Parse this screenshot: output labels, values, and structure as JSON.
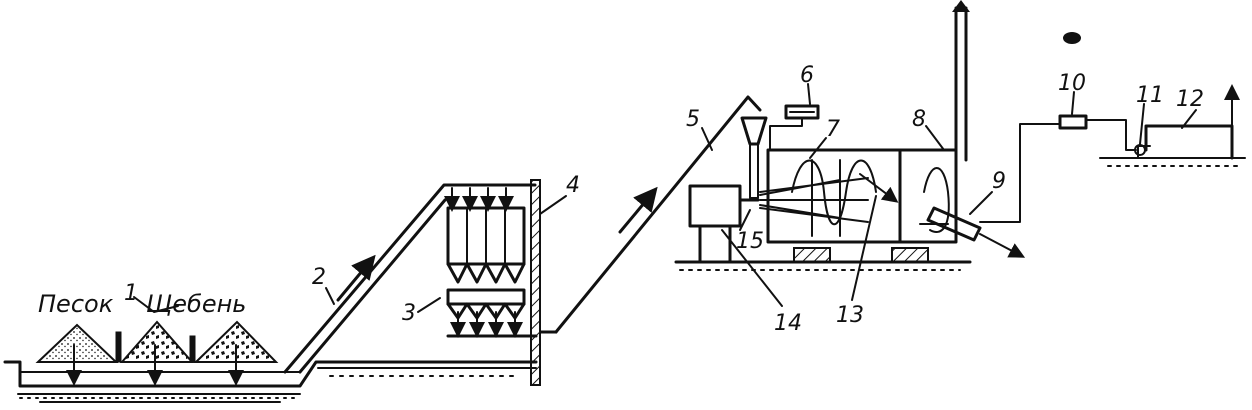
{
  "labels": {
    "sand": "Песок",
    "gravel": "Щебень",
    "n1": "1",
    "n2": "2",
    "n3": "3",
    "n4": "4",
    "n5": "5",
    "n6": "6",
    "n7": "7",
    "n8": "8",
    "n9": "9",
    "n10": "10",
    "n11": "11",
    "n12": "12",
    "n13": "13",
    "n14": "14",
    "n15": "15"
  }
}
